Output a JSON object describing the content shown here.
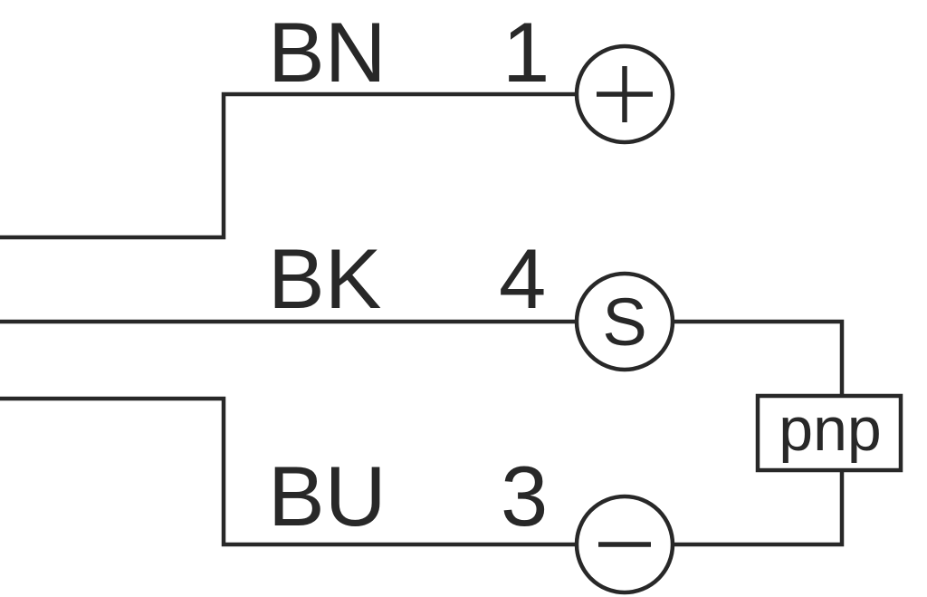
{
  "diagram": {
    "type": "sensor-wiring-diagram",
    "description": "3-wire pnp sensor connection diagram",
    "wires": [
      {
        "color_code": "BN",
        "pin": "1",
        "terminal": "plus-supply",
        "terminal_symbol": "+"
      },
      {
        "color_code": "BK",
        "pin": "4",
        "terminal": "signal",
        "terminal_symbol": "S"
      },
      {
        "color_code": "BU",
        "pin": "3",
        "terminal": "minus-supply",
        "terminal_symbol": "−"
      }
    ],
    "output": {
      "label": "pnp"
    },
    "colors": {
      "line": "#282828",
      "background": "#ffffff"
    }
  }
}
